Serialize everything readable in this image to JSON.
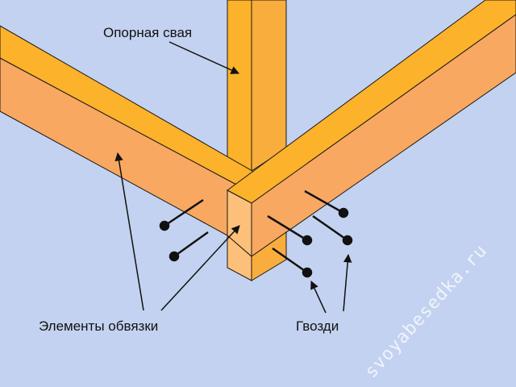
{
  "labels": {
    "pile": "Опорная свая",
    "frame_elements": "Элементы обвязки",
    "nails": "Гвозди"
  },
  "watermark": "svoyabesedka.ru",
  "colors": {
    "background": "#c3d2f0",
    "wood_light": "#fba93a",
    "wood_side": "#f8a860",
    "wood_end": "#fcc07a",
    "wood_top": "#fcb22a",
    "outline": "#1a1a1a"
  }
}
